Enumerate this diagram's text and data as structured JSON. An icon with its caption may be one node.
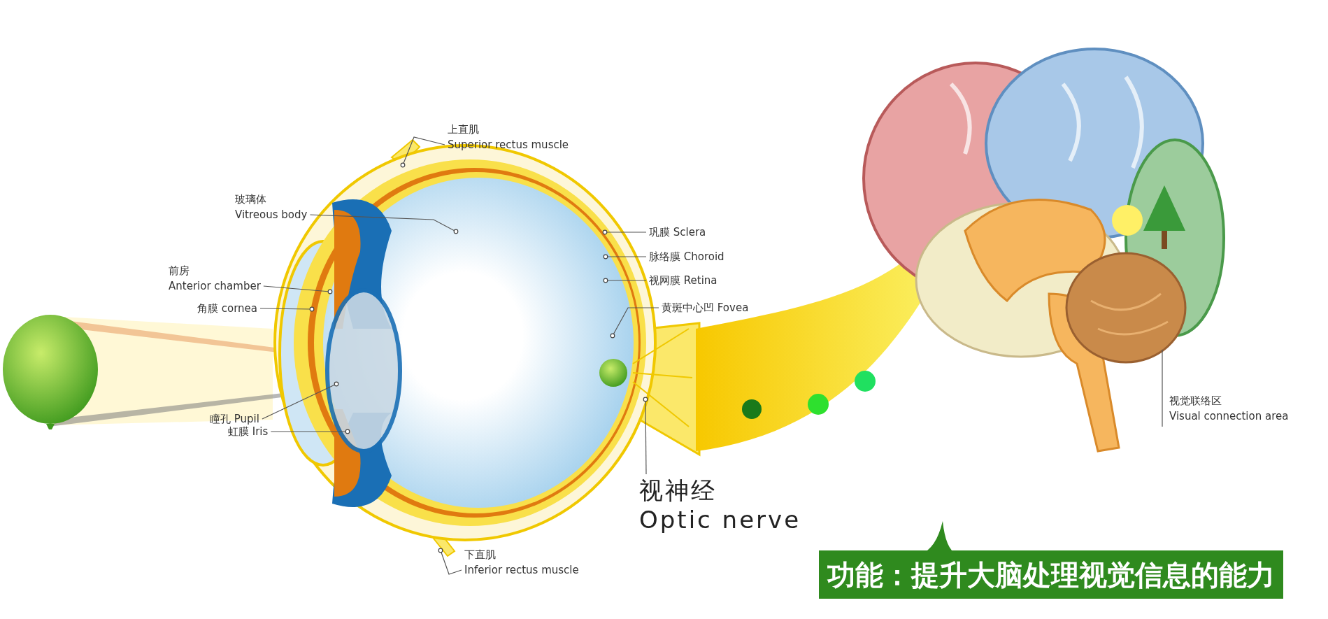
{
  "diagram": {
    "nodes": [
      {
        "text": [
          "上直肌",
          "Superior rectus muscle"
        ]
      },
      {
        "text": [
          "玻璃体",
          "Vitreous body"
        ]
      },
      {
        "text": [
          "前房",
          "Anterior chamber"
        ]
      },
      {
        "text": [
          "角膜 cornea"
        ]
      },
      {
        "text": [
          "瞳孔 Pupil"
        ]
      },
      {
        "text": [
          "虹膜 Iris"
        ]
      },
      {
        "text": [
          "巩膜 Sclera"
        ]
      },
      {
        "text": [
          "脉络膜 Choroid"
        ]
      },
      {
        "text": [
          "视网膜 Retina"
        ]
      },
      {
        "text": [
          "黄斑中心凹 Fovea"
        ]
      },
      {
        "text": [
          "视神经",
          "Optic nerve"
        ]
      },
      {
        "text": [
          "下直肌",
          "Inferior rectus muscle"
        ]
      },
      {
        "text": [
          "视觉联络区",
          "Visual connection area"
        ]
      },
      {
        "text": [
          "功能：提升大脑处理视觉信息的能力"
        ]
      }
    ],
    "edges": [
      {
        "from": 0,
        "to": null,
        "arrow": "other"
      },
      {
        "from": 1,
        "to": null,
        "arrow": "other"
      },
      {
        "from": 2,
        "to": null,
        "arrow": "other"
      },
      {
        "from": 3,
        "to": null,
        "arrow": "other"
      },
      {
        "from": 4,
        "to": null,
        "arrow": "other"
      },
      {
        "from": 5,
        "to": null,
        "arrow": "other"
      },
      {
        "from": 6,
        "to": null,
        "arrow": "other"
      },
      {
        "from": 7,
        "to": null,
        "arrow": "other"
      },
      {
        "from": 8,
        "to": null,
        "arrow": "other"
      },
      {
        "from": 9,
        "to": null,
        "arrow": "other"
      },
      {
        "from": 10,
        "to": null,
        "arrow": "other"
      },
      {
        "from": 11,
        "to": null,
        "arrow": "other"
      },
      {
        "from": 12,
        "to": null,
        "arrow": "none"
      }
    ]
  }
}
